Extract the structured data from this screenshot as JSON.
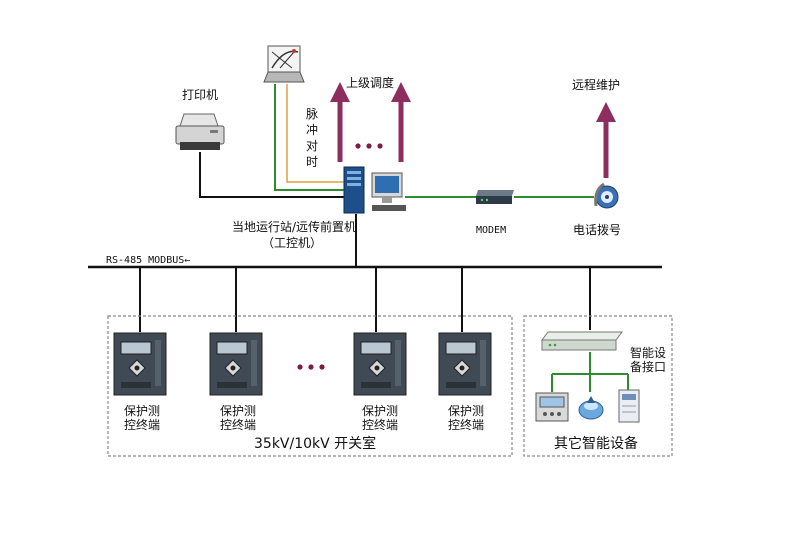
{
  "printer_label": "打印机",
  "pulse_label": [
    "脉",
    "冲",
    "对",
    "时"
  ],
  "upper_dispatch_label": "上级调度",
  "remote_maint_label": "远程维护",
  "station_label_line1": "当地运行站/远传前置机",
  "station_label_line2": "（工控机）",
  "modem_label": "MODEM",
  "dial_label": "电话拨号",
  "bus_label": "RS-485 MODBUS←",
  "protection_units": [
    {
      "line1": "保护测",
      "line2": "控终端"
    },
    {
      "line1": "保护测",
      "line2": "控终端"
    },
    {
      "line1": "保护测",
      "line2": "控终端"
    },
    {
      "line1": "保护测",
      "line2": "控终端"
    }
  ],
  "switchgear_label": "35kV/10kV 开关室",
  "smart_interface_line1": "智能设",
  "smart_interface_line2": "备接口",
  "other_devices_label": "其它智能设备",
  "colors": {
    "bus": "#111111",
    "green_link": "#2e8b2e",
    "orange_link": "#d9a441",
    "arrow": "#8e2d5f",
    "dots": "#7a1f3d",
    "box_dash": "#888888"
  }
}
